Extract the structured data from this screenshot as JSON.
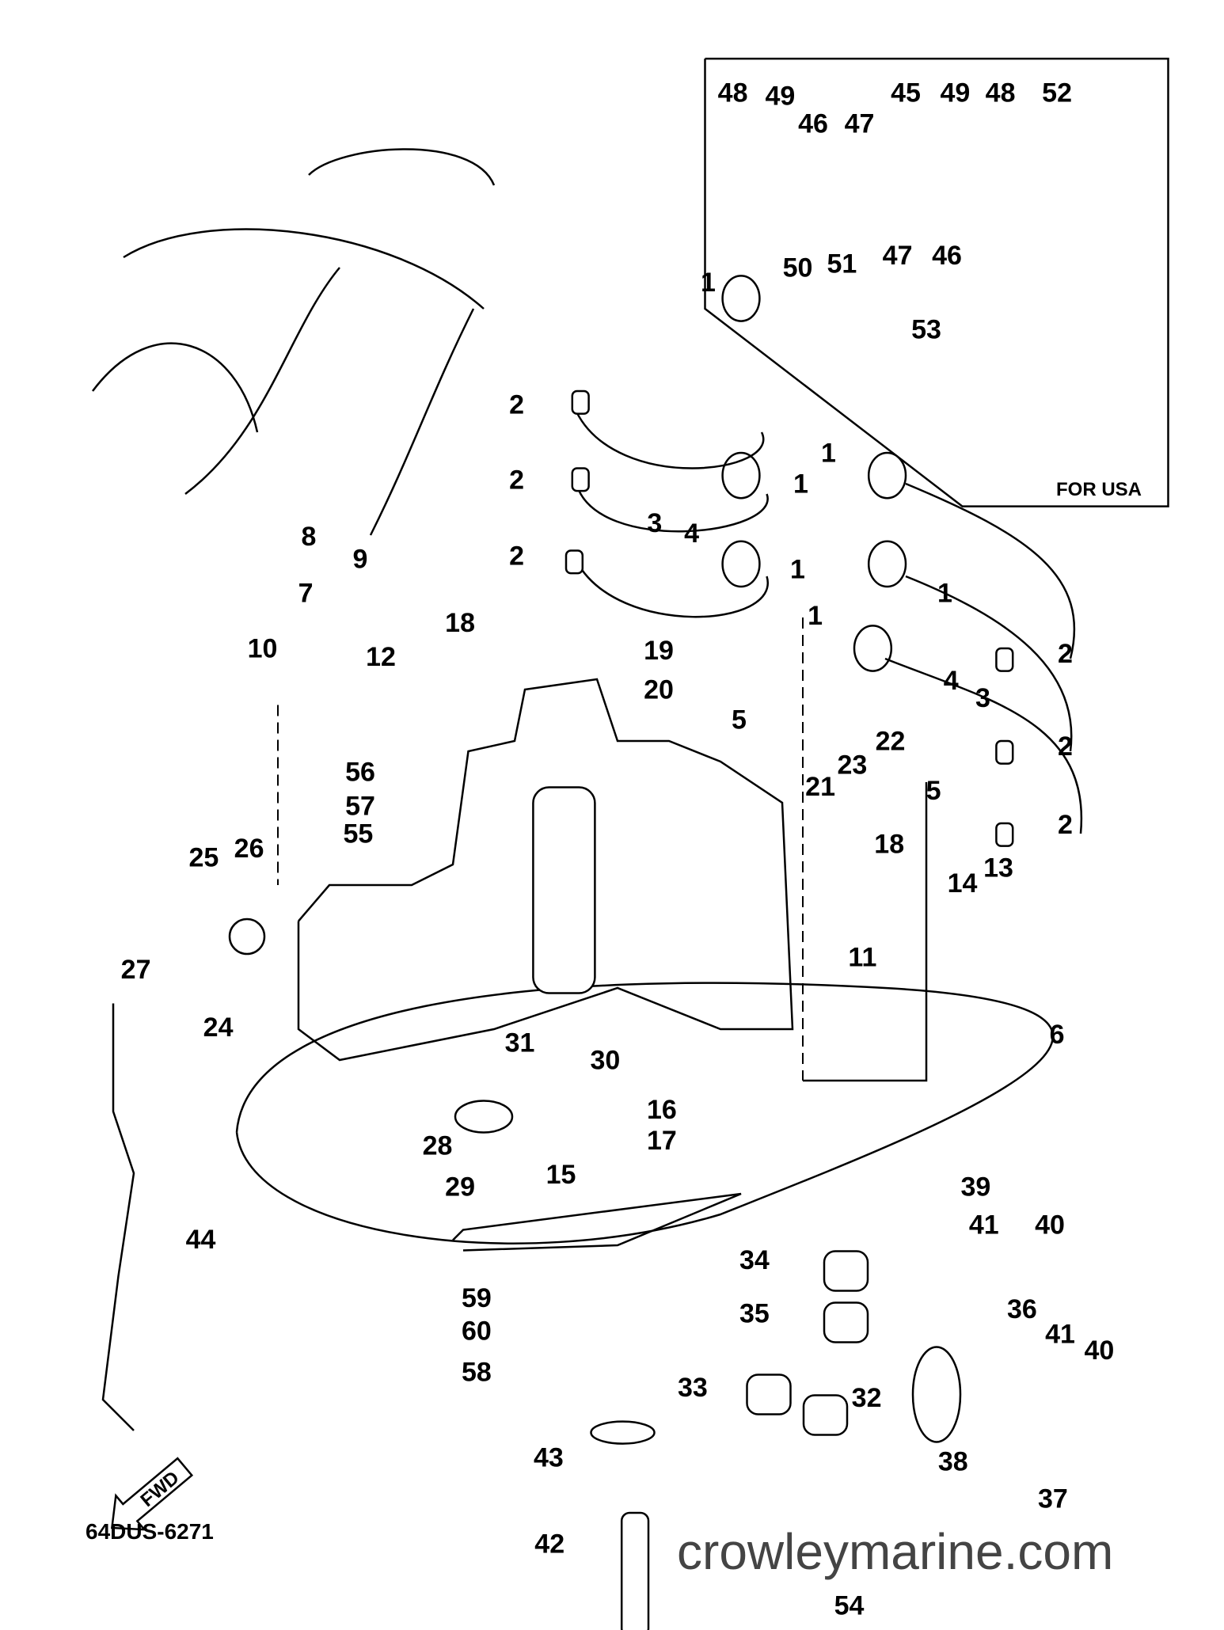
{
  "diagram_code": "64DUS-6271",
  "website": "crowleymarine.com",
  "watermark": "Crowley Marine",
  "inset_label": "FOR USA",
  "fwd_label": "FWD",
  "callouts": [
    "48",
    "49",
    "45",
    "49",
    "48",
    "52",
    "46",
    "47",
    "50",
    "51",
    "47",
    "46",
    "53",
    "1",
    "2",
    "2",
    "1",
    "1",
    "3",
    "4",
    "2",
    "1",
    "1",
    "1",
    "2",
    "4",
    "3",
    "2",
    "5",
    "22",
    "23",
    "2",
    "5",
    "19",
    "20",
    "18",
    "12",
    "10",
    "56",
    "57",
    "55",
    "21",
    "18",
    "14",
    "13",
    "11",
    "6",
    "25",
    "26",
    "27",
    "24",
    "7",
    "8",
    "9",
    "31",
    "30",
    "16",
    "17",
    "15",
    "28",
    "29",
    "44",
    "39",
    "41",
    "40",
    "34",
    "35",
    "36",
    "41",
    "40",
    "59",
    "60",
    "58",
    "33",
    "32",
    "38",
    "43",
    "42",
    "37",
    "54"
  ],
  "colors": {
    "ink": "#000000",
    "website": "#444444",
    "background": "#ffffff"
  }
}
